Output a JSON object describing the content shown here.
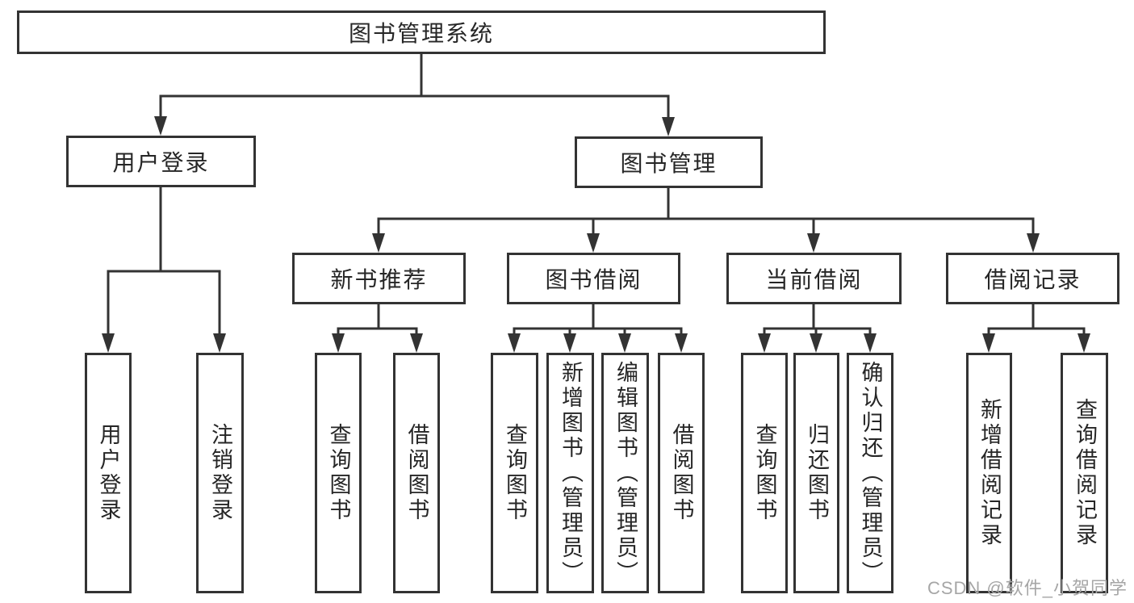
{
  "diagram": {
    "root": "图书管理系统",
    "level2": [
      "用户登录",
      "图书管理"
    ],
    "level3": [
      "新书推荐",
      "图书借阅",
      "当前借阅",
      "借阅记录"
    ],
    "login_children": [
      "用户登录",
      "注销登录"
    ],
    "recommend_children": [
      "查询图书",
      "借阅图书"
    ],
    "borrow_children": [
      "查询图书",
      "新增图书（管理员）",
      "编辑图书（管理员）",
      "借阅图书"
    ],
    "current_children": [
      "查询图书",
      "归还图书",
      "确认归还（管理员）"
    ],
    "record_children": [
      "新增借阅记录",
      "查询借阅记录"
    ]
  },
  "watermark": "CSDN @软件_小贺同学",
  "colors": {
    "line": "#333333",
    "text": "#262626",
    "watermark": "#a6a6a6",
    "background": "#ffffff"
  }
}
